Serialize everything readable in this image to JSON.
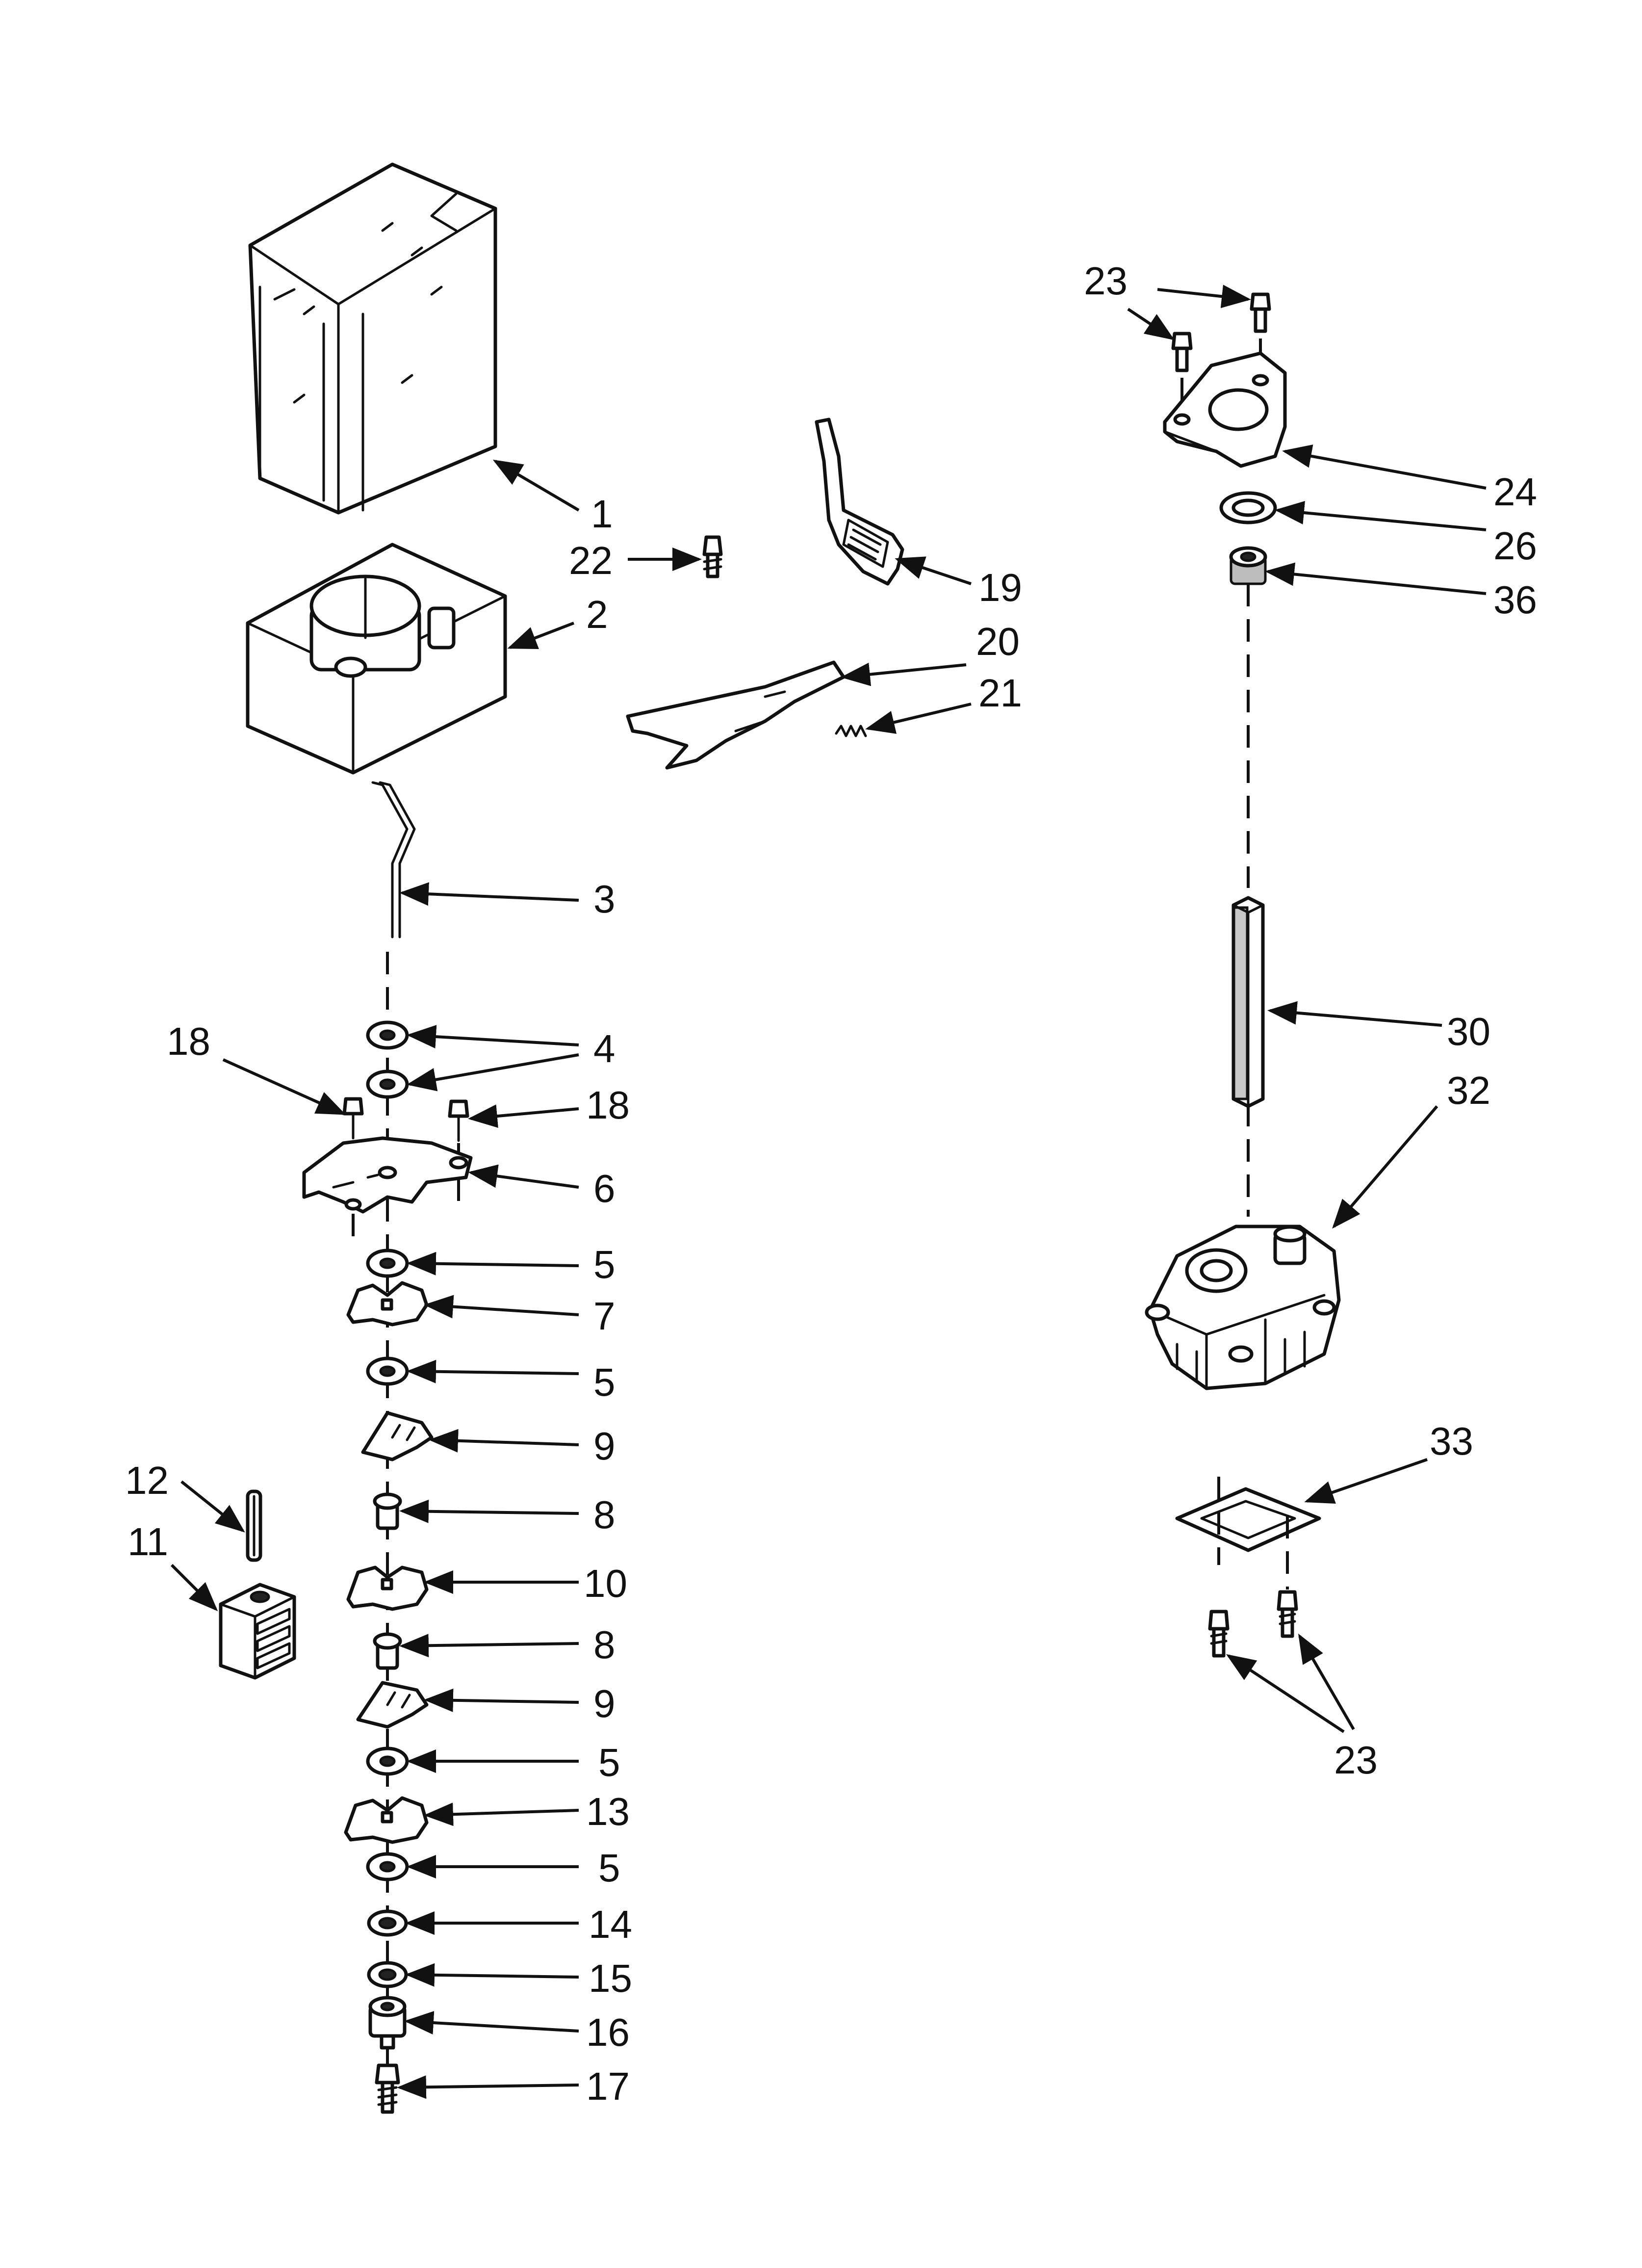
{
  "callouts": {
    "c1": "1",
    "c2": "2",
    "c3": "3",
    "c4": "4",
    "c5a": "5",
    "c5b": "5",
    "c5c": "5",
    "c5d": "5",
    "c6": "6",
    "c7": "7",
    "c8a": "8",
    "c8b": "8",
    "c9a": "9",
    "c9b": "9",
    "c10": "10",
    "c11": "11",
    "c12": "12",
    "c13": "13",
    "c14": "14",
    "c15": "15",
    "c16": "16",
    "c17": "17",
    "c18a": "18",
    "c18b": "18",
    "c19": "19",
    "c20": "20",
    "c21": "21",
    "c22": "22",
    "c23a": "23",
    "c23b": "23",
    "c24": "24",
    "c26": "26",
    "c30": "30",
    "c32": "32",
    "c33": "33",
    "c36": "36"
  }
}
